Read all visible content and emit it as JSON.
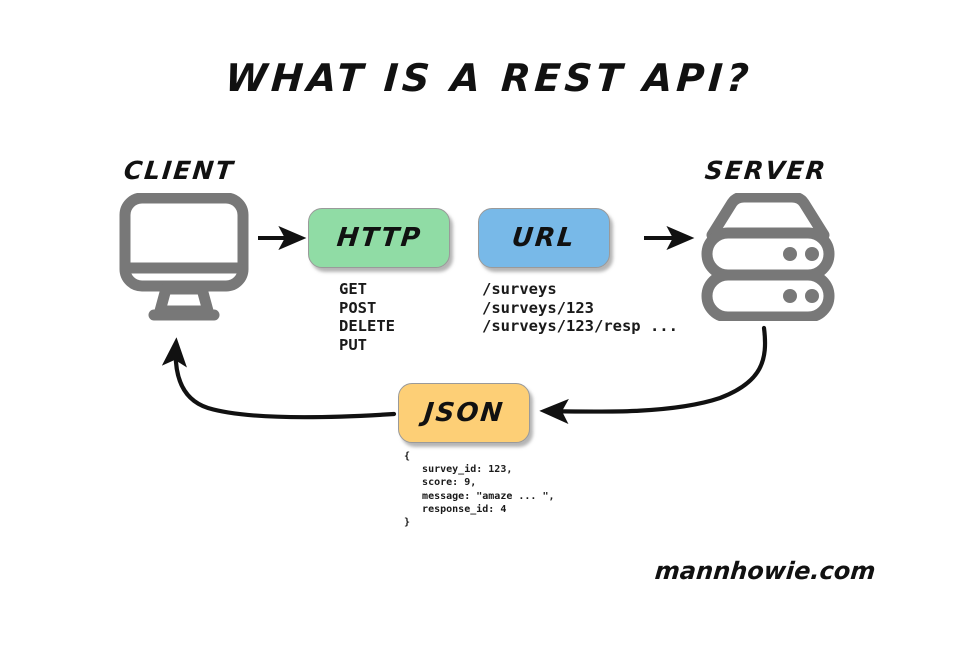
{
  "diagram": {
    "title": "WHAT IS A REST API?",
    "watermark": "mannhowie.com",
    "colors": {
      "http_fill": "#90DCA5",
      "url_fill": "#78B9E8",
      "json_fill": "#FDCF76",
      "icon_gray": "#787878",
      "stroke_black": "#111111"
    },
    "nodes": {
      "client": {
        "label": "CLIENT",
        "icon": "desktop-monitor-icon"
      },
      "server": {
        "label": "SERVER",
        "icon": "server-rack-icon"
      },
      "http": {
        "label": "HTTP"
      },
      "url": {
        "label": "URL"
      },
      "json": {
        "label": "JSON"
      }
    },
    "http_methods": "GET\nPOST\nDELETE\nPUT",
    "url_paths": "/surveys\n/surveys/123\n/surveys/123/resp ...",
    "json_body": "{\n   survey_id: 123,\n   score: 9,\n   message: \"amaze ... \",\n   response_id: 4\n}",
    "arrows": [
      {
        "name": "client-to-http",
        "kind": "straight",
        "direction": "right"
      },
      {
        "name": "url-to-server",
        "kind": "straight",
        "direction": "right"
      },
      {
        "name": "server-to-json",
        "kind": "curved",
        "direction": "left"
      },
      {
        "name": "json-to-client",
        "kind": "curved",
        "direction": "up-left"
      }
    ]
  }
}
